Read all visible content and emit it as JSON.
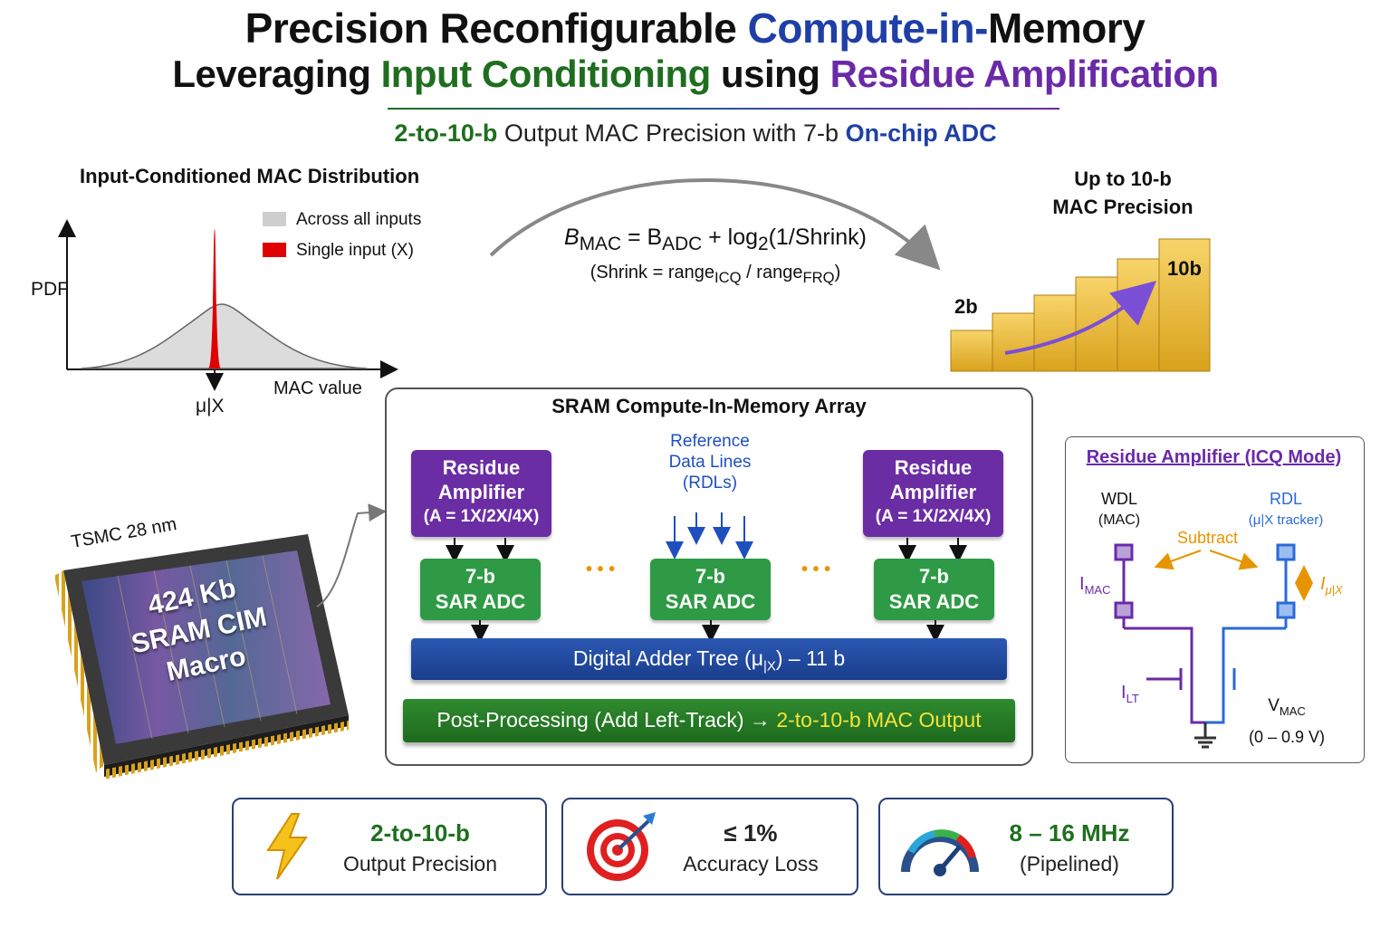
{
  "title": {
    "line1_a": "Precision Reconfigurable ",
    "line1_b": "Compute-in-",
    "line1_c": "Memory",
    "line2_a": "Leveraging ",
    "line2_b": "Input Conditioning",
    "line2_c": " using ",
    "line2_d": "Residue Amplification"
  },
  "subtitle": {
    "a": "2-to-10-b",
    "b": " Output MAC Precision with 7-b ",
    "c": "On-chip ADC"
  },
  "distribution": {
    "title": "Input-Conditioned MAC Distribution",
    "y_label": "PDF",
    "x_label": "MAC value",
    "mu_label": "μ|X",
    "legend_all": "Across all inputs",
    "legend_single": "Single input (X)"
  },
  "formula": {
    "lhs": "B",
    "lhs_sub": "MAC",
    "eq": " = B",
    "adc_sub": "ADC",
    "rest": " + log",
    "log_sub": "2",
    "tail": "(1/Shrink)",
    "shrink_a": "(Shrink = range",
    "shrink_sub1": "ICQ",
    "shrink_b": " / range",
    "shrink_sub2": "FRQ",
    "shrink_c": ")"
  },
  "precision": {
    "title1": "Up to 10-b",
    "title2": "MAC Precision",
    "low": "2b",
    "high": "10b"
  },
  "chip": {
    "node": "TSMC 28 nm",
    "line1": "424 Kb",
    "line2": "SRAM CIM Macro"
  },
  "array": {
    "title": "SRAM Compute-In-Memory Array",
    "ra_line1": "Residue",
    "ra_line2": "Amplifier",
    "ra_line3": "(A = 1X/2X/4X)",
    "rdl_line1": "Reference",
    "rdl_line2": "Data Lines",
    "rdl_line3": "(RDLs)",
    "adc_line1": "7-b",
    "adc_line2": "SAR ADC",
    "dots": "• • •",
    "adder_a": "Digital Adder Tree (μ",
    "adder_sub": "|X",
    "adder_b": ") – 11 b",
    "post_a": "Post-Processing (Add Left-Track) → ",
    "post_b": "2-to-10-b MAC Output"
  },
  "residue_amp": {
    "title": "Residue Amplifier (ICQ Mode)",
    "wdl": "WDL",
    "wdl_sub": "(MAC)",
    "rdl": "RDL",
    "rdl_sub": "(μ|X tracker)",
    "subtract": "Subtract",
    "imac": "I",
    "imac_sub": "MAC",
    "imu": "I",
    "imu_sub": "μ|X",
    "ilt": "I",
    "ilt_sub": "LT",
    "vmac": "V",
    "vmac_sub": "MAC",
    "vrange": "(0 – 0.9 V)"
  },
  "stats": [
    {
      "line1": "2-to-10-b",
      "line2": "Output Precision",
      "icon": "lightning-icon"
    },
    {
      "line1": "≤ 1%",
      "line2": "Accuracy Loss",
      "icon": "target-icon"
    },
    {
      "line1": "8 – 16 MHz",
      "line2": "(Pipelined)",
      "icon": "speedometer-icon"
    }
  ],
  "colors": {
    "blue": "#1f3fa6",
    "green": "#1f6e1f",
    "purple": "#6a2aa8",
    "orange": "#e69500",
    "red": "#e00000"
  }
}
